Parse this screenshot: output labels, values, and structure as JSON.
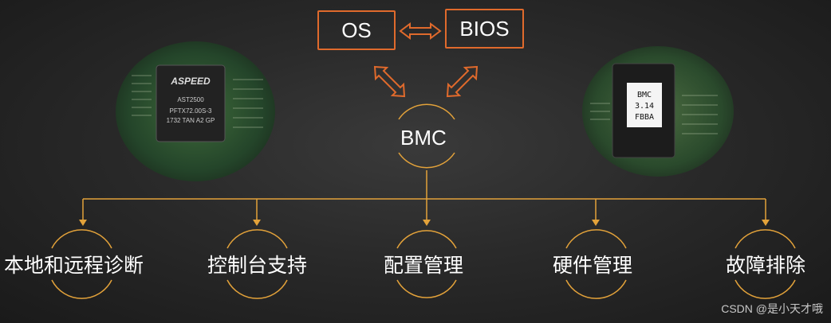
{
  "diagram": {
    "nodes": {
      "os": "OS",
      "bios": "BIOS",
      "bmc": "BMC"
    },
    "functions": [
      "本地和远程诊断",
      "控制台支持",
      "配置管理",
      "硬件管理",
      "故障排除"
    ],
    "chip_left": {
      "brand": "ASPEED",
      "model": "AST2500",
      "line2": "PFTX72.00S-3",
      "line3": "1732 TAN A2 GP"
    },
    "chip_right": {
      "lines": [
        "BMC",
        "3.14",
        "FBBA"
      ]
    },
    "watermark": "CSDN @是小天才哦"
  },
  "colors": {
    "accent": "#e06a2c",
    "connector": "#e3a23a",
    "background": "#2a2a2a"
  }
}
